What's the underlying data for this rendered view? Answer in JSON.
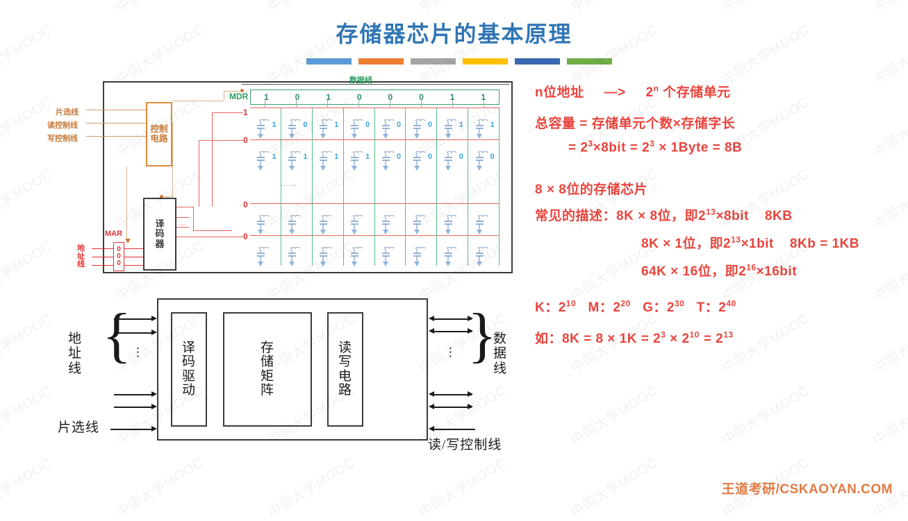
{
  "title": "存储器芯片的基本原理",
  "accent_bars": [
    "#5b9bd5",
    "#ed7d31",
    "#a5a5a5",
    "#ffc000",
    "#3a67b1",
    "#70ad47"
  ],
  "colors": {
    "title": "#2f75b5",
    "red_text": "#e8443c",
    "orange_line": "#c97a3a",
    "green_data": "#2e9e62",
    "blue_bit": "#3aa6e0",
    "word_line": "#e8625a",
    "footer": "#e07b45"
  },
  "watermark": {
    "tile_text": "中国大学MOOC"
  },
  "chip_diagram": {
    "control_lines": [
      "片选线",
      "读控制线",
      "写控制线"
    ],
    "control_box": "控制电路",
    "decoder_box": "译码器",
    "mar_label": "MAR",
    "mar_bits": [
      "0",
      "0",
      "0"
    ],
    "address_bus_label": "地址线",
    "data_bus_label": "数据线",
    "mdr_label": "MDR",
    "mdr_bits": [
      "1",
      "0",
      "1",
      "0",
      "0",
      "0",
      "1",
      "1"
    ],
    "row_addresses": [
      "1",
      "0",
      "0",
      "0"
    ],
    "ellipsis": "……",
    "cell_rows": [
      [
        "1",
        "0",
        "1",
        "0",
        "0",
        "0",
        "1",
        "1"
      ],
      [
        "1",
        "1",
        "1",
        "1",
        "0",
        "0",
        "0",
        "0"
      ],
      [
        "",
        "",
        "",
        "",
        "",
        "",
        "",
        ""
      ],
      [
        "",
        "",
        "",
        "",
        "",
        "",
        "",
        ""
      ]
    ]
  },
  "block_diagram": {
    "address_label": "地址线",
    "chip_select_label": "片选线",
    "data_label": "数据线",
    "rw_control_label": "读/写控制线",
    "decode_drive": "译码驱动",
    "memory_matrix": "存储矩阵",
    "rw_circuit": "读写电路",
    "vdots": "⋮"
  },
  "notes": [
    {
      "id": "n1",
      "text": "n位地址     —>     2ⁿ 个存储单元"
    },
    {
      "id": "n2",
      "text": "总容量 = 存储单元个数×存储字长"
    },
    {
      "id": "n3",
      "text": "= 2³×8bit = 2³ × 1Byte = 8B"
    },
    {
      "id": "n4",
      "text": "8 × 8位的存储芯片"
    },
    {
      "id": "n5",
      "text": "常见的描述：8K × 8位，即2¹³×8bit    8KB"
    },
    {
      "id": "n6",
      "text": "8K × 1位，即2¹³×1bit    8Kb = 1KB"
    },
    {
      "id": "n7",
      "text": "64K × 16位，即2¹⁶×16bit"
    },
    {
      "id": "n8",
      "text": "K：2¹⁰   M：2²⁰   G：2³⁰   T：2⁴⁰"
    },
    {
      "id": "n9",
      "text": "如：8K = 8 × 1K = 2³ × 2¹⁰ = 2¹³"
    }
  ],
  "footer": "王道考研/CSKAOYAN.COM"
}
